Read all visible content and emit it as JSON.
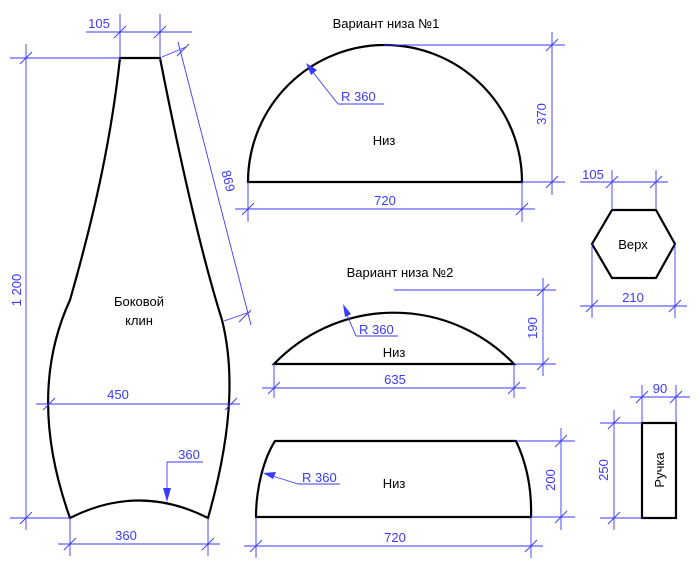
{
  "side_panel": {
    "label_line1": "Боковой",
    "label_line2": "клин",
    "dim_top": "105",
    "dim_slant": "869",
    "dim_height": "1 200",
    "dim_mid": "450",
    "dim_arc": "360",
    "dim_bottom": "360"
  },
  "bottom_v1": {
    "title": "Вариант низа №1",
    "label": "Низ",
    "radius": "R 360",
    "dim_height": "370",
    "dim_width": "720"
  },
  "bottom_v2": {
    "title": "Вариант низа №2",
    "label": "Низ",
    "radius": "R 360",
    "dim_height": "190",
    "dim_width": "635"
  },
  "bottom_v3": {
    "label": "Низ",
    "radius": "R 360",
    "dim_height": "200",
    "dim_width": "720"
  },
  "top_piece": {
    "label": "Верх",
    "dim_side": "105",
    "dim_width": "210"
  },
  "handle": {
    "label": "Ручка",
    "dim_width": "90",
    "dim_height": "250"
  },
  "colors": {
    "dimension": "#3a3aff",
    "outline": "#000000"
  }
}
